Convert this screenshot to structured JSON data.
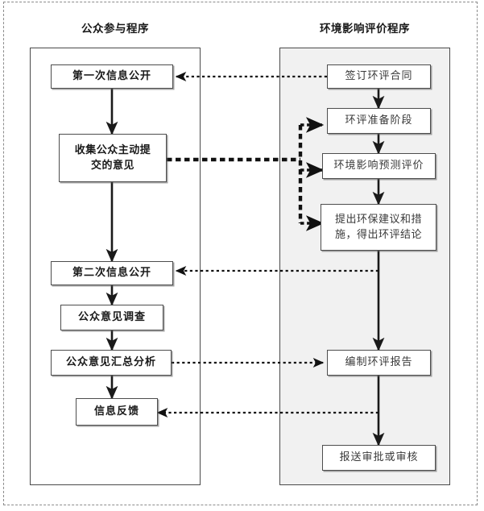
{
  "diagram": {
    "title_left": "公众参与程序",
    "title_right": "环境影响评价程序",
    "colors": {
      "panel_right_fill": "#f1f1f1",
      "panel_border": "#4a4a4a",
      "node_border": "#4d4d4d",
      "node_fill": "#ffffff",
      "flow_arrow": "#1a1a1a",
      "dotted_link": "#111111",
      "page_frame": "#8c8c8c"
    }
  },
  "left_column": {
    "label": "公众参与程序",
    "nodes": [
      {
        "id": "l1",
        "label": "第一次信息公开"
      },
      {
        "id": "l2",
        "label": "收集公众主动提\n交的意见",
        "line1": "收集公众主动提",
        "line2": "交的意见"
      },
      {
        "id": "l3",
        "label": "第二次信息公开"
      },
      {
        "id": "l4",
        "label": "公众意见调查"
      },
      {
        "id": "l5",
        "label": "公众意见汇总分析"
      },
      {
        "id": "l6",
        "label": "信息反馈"
      }
    ]
  },
  "right_column": {
    "label": "环境影响评价程序",
    "nodes": [
      {
        "id": "r1",
        "label": "签订环评合同"
      },
      {
        "id": "r2",
        "label": "环评准备阶段"
      },
      {
        "id": "r3",
        "label": "环境影响预测评价"
      },
      {
        "id": "r4",
        "label": "提出环保建议和措\n施，得出环评结论",
        "line1": "提出环保建议和措",
        "line2": "施，得出环评结论"
      },
      {
        "id": "r5",
        "label": "编制环评报告"
      },
      {
        "id": "r6",
        "label": "报送审批或审核"
      }
    ]
  },
  "flows": {
    "left_sequence": [
      "l1",
      "l2",
      "l3",
      "l4",
      "l5",
      "l6"
    ],
    "right_sequence": [
      "r1",
      "r2",
      "r3",
      "r4",
      "r5",
      "r6"
    ],
    "cross_links": [
      {
        "from": "r1",
        "to": "l1",
        "style": "dotted",
        "direction": "right-to-left"
      },
      {
        "from": "l2",
        "to": "r2",
        "style": "dotted-thick",
        "direction": "left-to-right"
      },
      {
        "from": "l2",
        "to": "r3",
        "style": "dotted-thick",
        "direction": "left-to-right"
      },
      {
        "from": "l2",
        "to": "r4",
        "style": "dotted-thick",
        "direction": "left-to-right"
      },
      {
        "from": "r4",
        "to": "l3",
        "style": "dotted",
        "direction": "right-to-left"
      },
      {
        "from": "l5",
        "to": "r5",
        "style": "dotted",
        "direction": "left-to-right"
      },
      {
        "from": "r5",
        "to": "l6",
        "style": "dotted",
        "direction": "right-to-left"
      }
    ]
  }
}
